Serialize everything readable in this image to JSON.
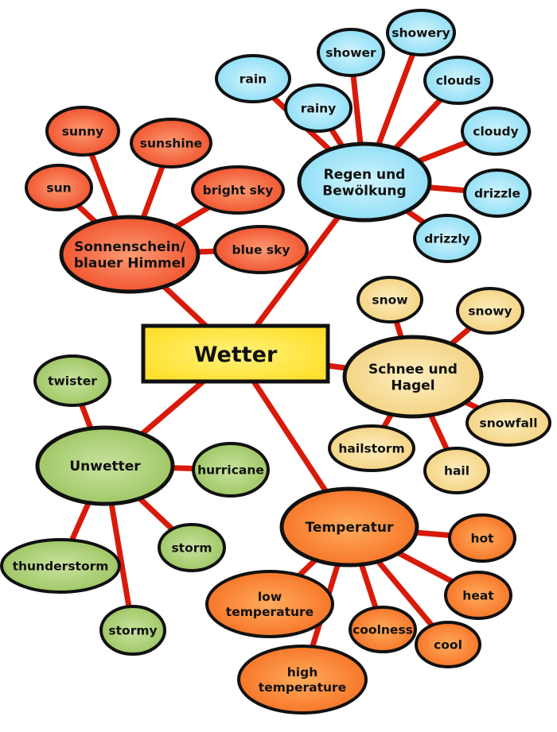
{
  "diagram": {
    "center": {
      "label": "Wetter"
    },
    "colors": {
      "edge": "#d81a0a",
      "outline": "#111111",
      "center_fill": "#ffe94a",
      "red": "#f46a45",
      "blue": "#a8e6f8",
      "yellow": "#f9dc98",
      "green": "#b4d57f",
      "orange": "#fb8c42"
    },
    "groups": [
      {
        "id": "sun",
        "label_lines": [
          "Sonnenschein/",
          "blauer Himmel"
        ],
        "color": "red",
        "children": [
          "sunny",
          "sunshine",
          "sun",
          "bright sky",
          "blue sky"
        ]
      },
      {
        "id": "rain",
        "label_lines": [
          "Regen und",
          "Bewölkung"
        ],
        "color": "blue",
        "children": [
          "rain",
          "shower",
          "showery",
          "rainy",
          "clouds",
          "cloudy",
          "drizzle",
          "drizzly"
        ]
      },
      {
        "id": "snow",
        "label_lines": [
          "Schnee und",
          "Hagel"
        ],
        "color": "yellow",
        "children": [
          "snow",
          "snowy",
          "snowfall",
          "hailstorm",
          "hail"
        ]
      },
      {
        "id": "storm",
        "label_lines": [
          "Unwetter"
        ],
        "color": "green",
        "children": [
          "twister",
          "hurricane",
          "storm",
          "thunderstorm",
          "stormy"
        ]
      },
      {
        "id": "temp",
        "label_lines": [
          "Temperatur"
        ],
        "color": "orange",
        "children": [
          "hot",
          "heat",
          "cool",
          "coolness",
          "low temperature",
          "high temperature"
        ]
      }
    ]
  }
}
